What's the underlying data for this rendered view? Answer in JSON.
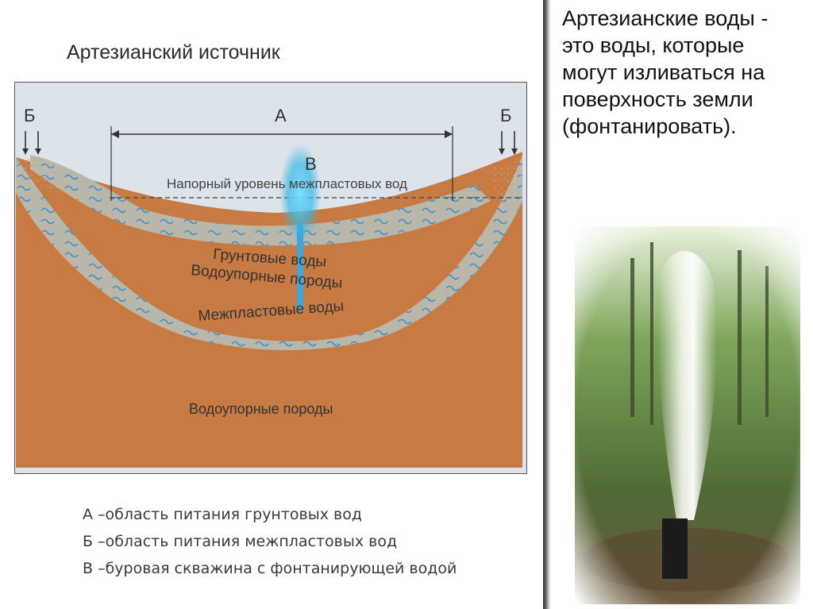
{
  "title": "Артезианский источник",
  "definition": "Артезианские воды -\nэто воды, которые\nмогут изливаться на\nповерхность земли\n(фонтанировать).",
  "diagram": {
    "label_a": "А",
    "label_b_left": "Б",
    "label_b_right": "Б",
    "label_v": "В",
    "pressure_level": "Напорный уровень межпластовых вод",
    "layer_groundwater": "Грунтовые воды",
    "layer_aquitard_upper": "Водоупорные породы",
    "layer_interstratal": "Межпластовые воды",
    "layer_aquitard_lower": "Водоупорные породы"
  },
  "legend": [
    {
      "key": "А",
      "text": "–область питания грунтовых вод"
    },
    {
      "key": "Б",
      "text": "–область питания межпластовых вод"
    },
    {
      "key": "В",
      "text": "–буровая скважина с фонтанирующей водой"
    }
  ],
  "colors": {
    "sky": "#dde3ea",
    "rock": "#c87a43",
    "aquifer": "#b9b6aa",
    "water": "#3aa9d8"
  }
}
